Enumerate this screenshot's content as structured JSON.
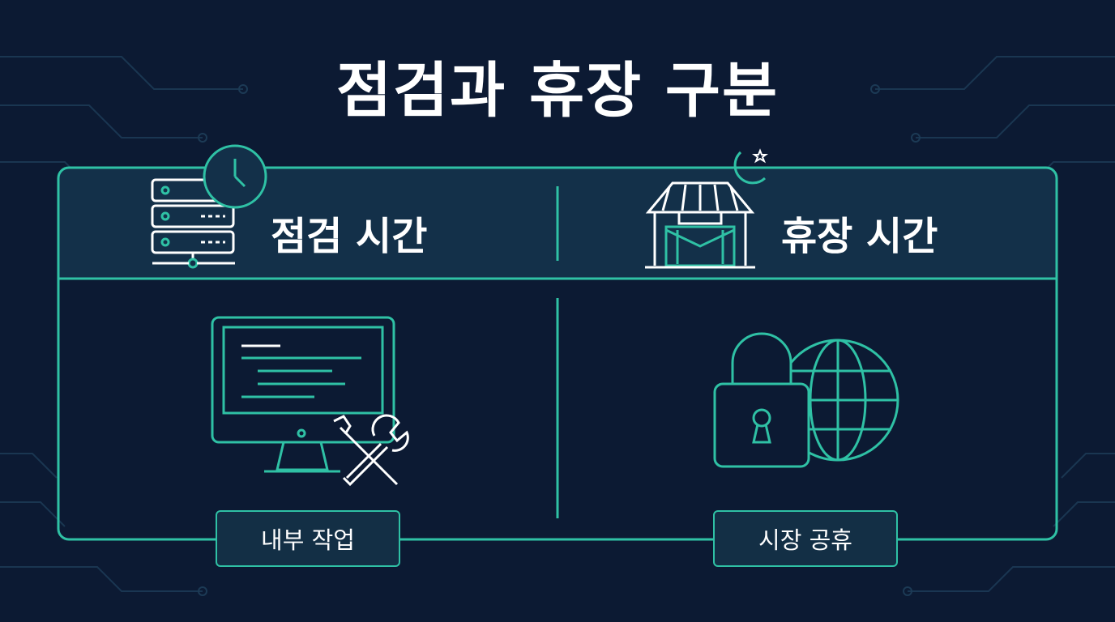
{
  "title": "점검과 휴장 구분",
  "left": {
    "header": "점검 시간",
    "tag": "내부 작업",
    "header_icon": "server-clock-icon",
    "body_icon": "monitor-tools-icon"
  },
  "right": {
    "header": "휴장 시간",
    "tag": "시장 공휴",
    "header_icon": "closed-market-moon-icon",
    "body_icon": "lock-globe-icon"
  },
  "colors": {
    "background": "#0c1a33",
    "accent": "#2fc1a5",
    "header_fill": "#133049",
    "text": "#ffffff"
  }
}
